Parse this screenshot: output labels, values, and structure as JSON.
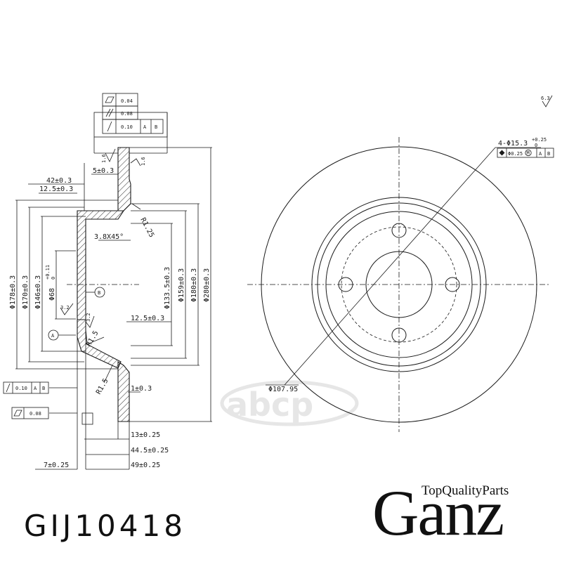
{
  "part_number": "GIJ10418",
  "brand": {
    "name": "Ganz",
    "tagline": "TopQualityParts"
  },
  "watermark": "abcp",
  "tolerance_frames": {
    "flatness": {
      "value": "0.04"
    },
    "parallelism": {
      "value": "0.08"
    },
    "runout": {
      "value": "0.10",
      "datums": [
        "A",
        "B"
      ]
    },
    "runout_lower": {
      "value": "0.10",
      "datums": [
        "A",
        "B"
      ]
    },
    "flatness_lower": {
      "value": "0.08"
    },
    "bolt_position": {
      "value": "Φ0.25",
      "modifier": "M",
      "datums": [
        "A",
        "B"
      ]
    }
  },
  "roughness": {
    "top_right": "6.3",
    "face": "1.6",
    "face_right": "1.6",
    "hub": "3.2",
    "hub_inner": "3.2"
  },
  "datums": {
    "a": "A",
    "b": "B"
  },
  "dimensions": {
    "d42": "42±0.3",
    "d12_5_top": "12.5±0.3",
    "d5": "5±0.3",
    "chamfer": "3.8X45°",
    "r125": "R1.25",
    "r15_upper": "R1.5",
    "r15_lower": "R1.5",
    "d12_5_mid": "12.5±0.3",
    "d1": "1±0.3",
    "d13": "13±0.25",
    "d44_5": "44.5±0.25",
    "d49": "49±0.25",
    "d7": "7±0.25",
    "phi178": "Φ178±0.3",
    "phi170": "Φ170±0.3",
    "phi146": "Φ146±0.3",
    "phi68": "Φ68",
    "phi68_tol_upper": "+0.11",
    "phi68_tol_lower": "0",
    "phi133_5": "Φ133.5±0.3",
    "phi159": "Φ159±0.3",
    "phi180": "Φ180±0.3",
    "phi280": "Φ280±0.3",
    "phi107_95": "Φ107.95",
    "bolt_holes": "4-Φ15.3",
    "bolt_tol_upper": "+0.25",
    "bolt_tol_lower": "0"
  }
}
